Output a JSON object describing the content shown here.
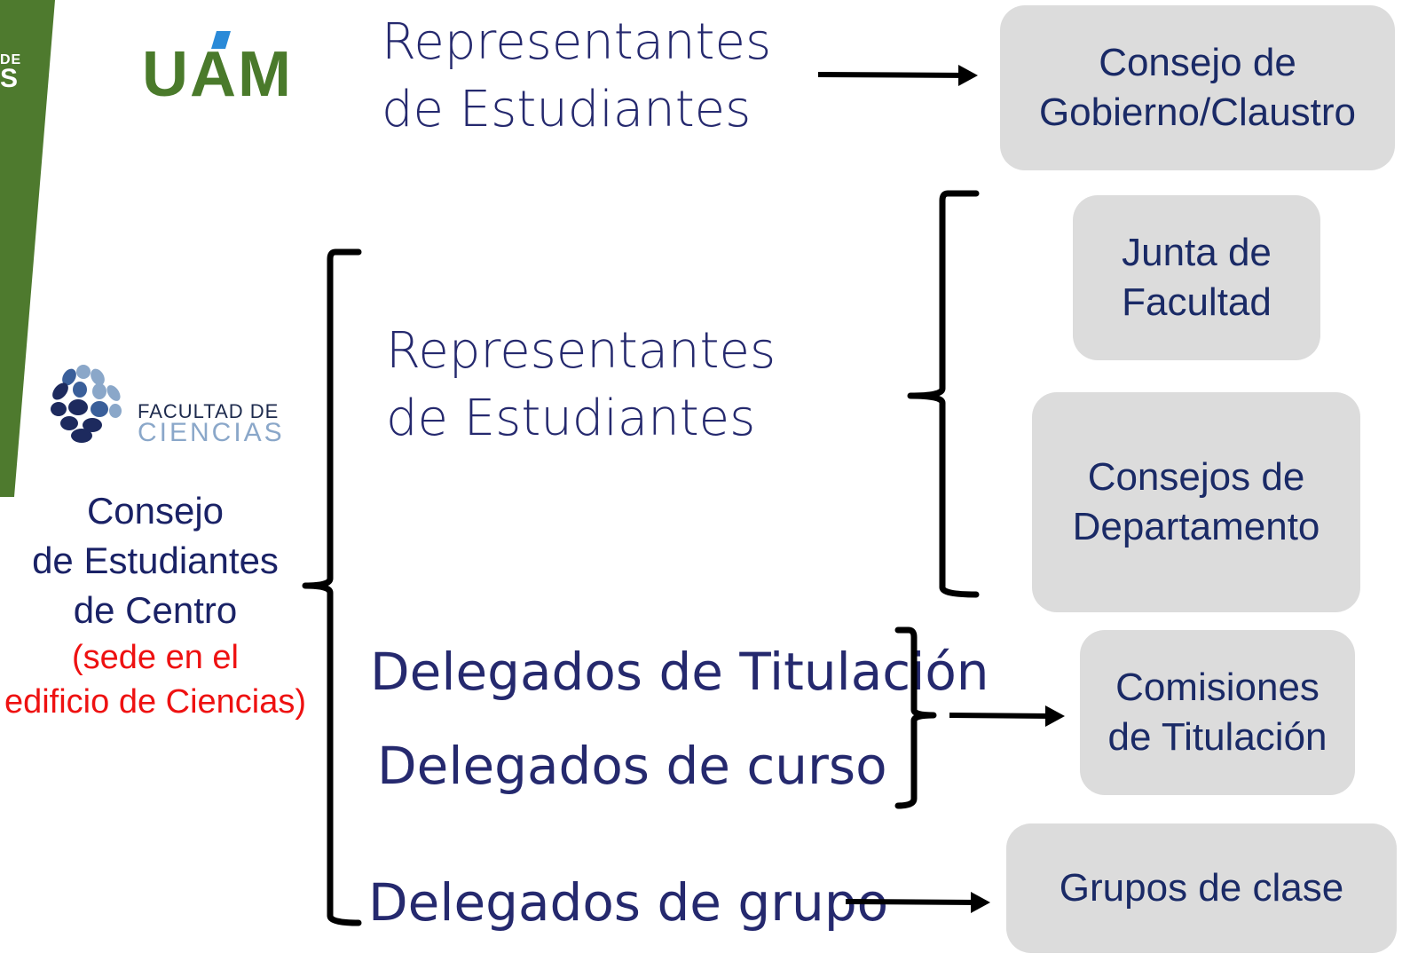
{
  "strip": {
    "text_line1": "DE",
    "text_line2": "S",
    "color": "#4e7a2e"
  },
  "uam_logo": {
    "text": "UAM",
    "color": "#4a7a2b",
    "accent_color": "#2a8ad8"
  },
  "facultad_logo": {
    "line1": "FACULTAD DE",
    "line2": "CIENCIAS",
    "dot_colors": [
      "#1d2a5e",
      "#3a5f9a",
      "#8aa7c9"
    ]
  },
  "consejo_estudiantes": {
    "line1": "Consejo",
    "line2": "de Estudiantes",
    "line3": "de Centro",
    "note1": "(sede en el",
    "note2": "edificio de Ciencias)"
  },
  "left_labels": {
    "rep_top_1": "Representantes",
    "rep_top_2": "de Estudiantes",
    "rep_mid_1": "Representantes",
    "rep_mid_2": "de Estudiantes",
    "delegados_titulacion": "Delegados de Titulación",
    "delegados_curso": "Delegados de curso",
    "delegados_grupo": "Delegados de grupo"
  },
  "boxes": {
    "consejo_gobierno_1": "Consejo de",
    "consejo_gobierno_2": "Gobierno/Claustro",
    "junta_1": "Junta de",
    "junta_2": "Facultad",
    "consejos_dep_1": "Consejos de",
    "consejos_dep_2": "Departamento",
    "comisiones_1": "Comisiones",
    "comisiones_2": "de Titulación",
    "grupos": "Grupos de clase"
  },
  "colors": {
    "text_navy": "#25296e",
    "note_red": "#ee1111",
    "box_bg": "#dcdcdc",
    "line": "#000000"
  }
}
